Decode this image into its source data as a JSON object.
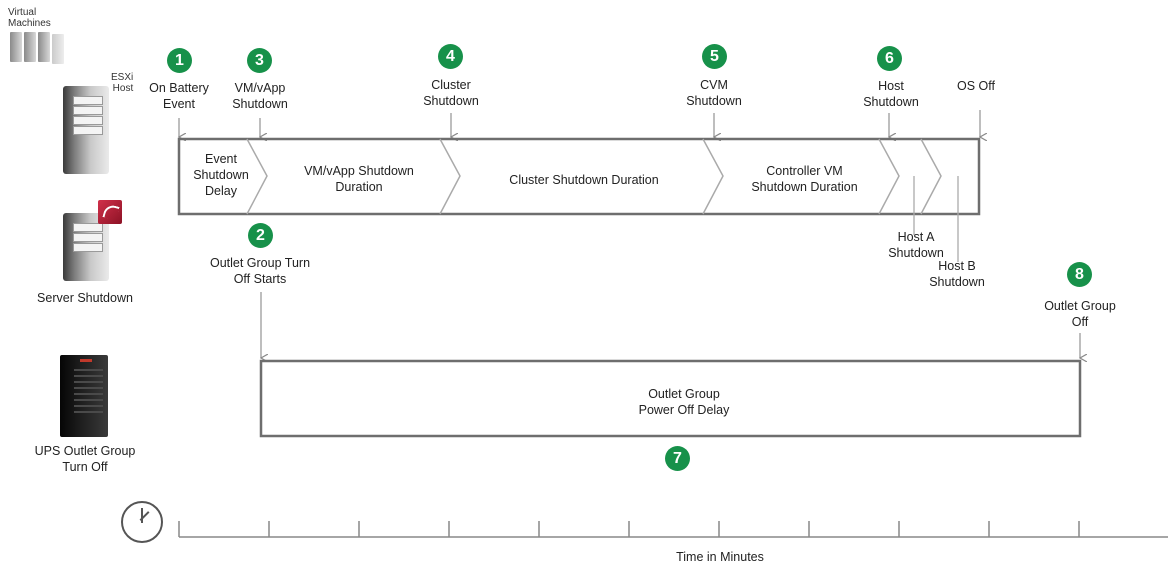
{
  "left_labels": {
    "virtual_machines": "Virtual\nMachines",
    "esxi_host": "ESXi\nHost",
    "server_shutdown": "Server Shutdown",
    "ups_outlet_group": "UPS Outlet Group\nTurn Off"
  },
  "steps": {
    "s1": {
      "num": "1",
      "label": "On Battery\nEvent"
    },
    "s2": {
      "num": "2",
      "label": "Outlet Group Turn\nOff Starts"
    },
    "s3": {
      "num": "3",
      "label": "VM/vApp\nShutdown"
    },
    "s4": {
      "num": "4",
      "label": "Cluster\nShutdown"
    },
    "s5": {
      "num": "5",
      "label": "CVM\nShutdown"
    },
    "s6": {
      "num": "6",
      "label": "Host\nShutdown"
    },
    "s7": {
      "num": "7"
    },
    "s8": {
      "num": "8",
      "label": "Outlet Group\nOff"
    },
    "os_off": "OS Off"
  },
  "phases": {
    "event_delay": "Event\nShutdown\nDelay",
    "vm_duration": "VM/vApp Shutdown\nDuration",
    "cluster_duration": "Cluster Shutdown Duration",
    "cvm_duration": "Controller VM\nShutdown Duration",
    "host_a": "Host A\nShutdown",
    "host_b": "Host B\nShutdown"
  },
  "outlet_box": "Outlet Group\nPower Off Delay",
  "axis": {
    "label": "Time in Minutes"
  },
  "colors": {
    "badge": "#17914a",
    "line": "#9a9a9a",
    "box_border": "#6e6e6e"
  }
}
